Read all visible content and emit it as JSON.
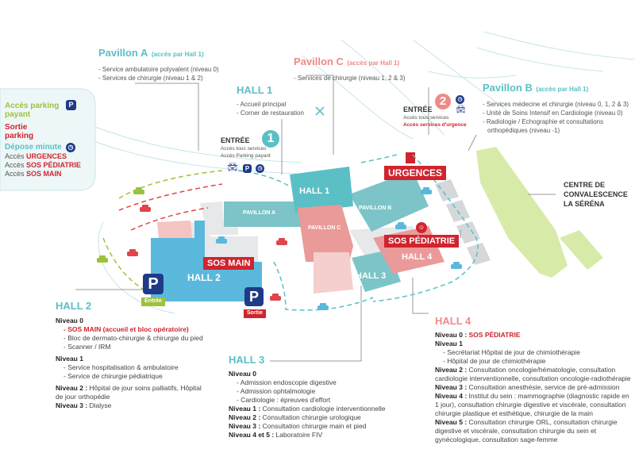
{
  "pavillon_a": {
    "title": "Pavillon A",
    "access": "(accès par Hall 1)",
    "items": [
      "- Service ambulatoire polyvalent (niveau 0)",
      "- Services de chirurgie (niveau 1 & 2)"
    ]
  },
  "pavillon_c": {
    "title": "Pavillon C",
    "access": "(accès par Hall 1)",
    "items": [
      "- Services de chirurgie (niveau 1, 2 & 3)"
    ]
  },
  "pavillon_b": {
    "title": "Pavillon B",
    "access": "(accès par Hall 1)",
    "items": [
      "- Services médecine et chirurgie (niveau 0, 1, 2 & 3)",
      "- Unité de Soins Intensif en Cardiologie (niveau 0)",
      "- Radiologie / Echographie et consultations",
      "orthopédiques (niveau -1)"
    ]
  },
  "hall1": {
    "title": "HALL 1",
    "items": [
      "- Accueil principal",
      "- Corner de restauration"
    ]
  },
  "entree1": {
    "number": "1",
    "title": "ENTRÉE",
    "sub1": "Accès tous services",
    "sub2": "Accès Parking payant"
  },
  "entree2": {
    "number": "2",
    "title": "ENTRÉE",
    "sub1": "Accès tous services",
    "sub2": "Accès services d'urgence"
  },
  "legend": {
    "parking_line1": "Accès parking",
    "parking_line2": "payant",
    "sortie_line1": "Sortie",
    "sortie_line2": "parking",
    "depose": "Dépose minute",
    "acces": "Accès",
    "urgences": "URGENCES",
    "sos_pediatrie": "SOS PÉDIATRIE",
    "sos_main": "SOS MAIN"
  },
  "map_labels": {
    "urgences": "URGENCES",
    "hall1": "HALL 1",
    "pavillon_a": "PAVILLON A",
    "pavillon_b": "PAVILLON B",
    "pavillon_c": "PAVILLON C",
    "sos_pediatrie": "SOS PÉDIATRIE",
    "hall4": "HALL 4",
    "hall3": "HALL 3",
    "hall2": "HALL 2",
    "sos_main": "SOS MAIN",
    "parking_letter": "P",
    "entree_tag": "Entrée",
    "sortie_tag": "Sortie"
  },
  "centre": {
    "line1": "CENTRE DE",
    "line2": "CONVALESCENCE",
    "line3": "LA SÉRÉNA"
  },
  "hall2_info": {
    "title": "HALL 2",
    "n0": "Niveau 0",
    "n0_items": [
      "- SOS MAIN (accueil et bloc opératoire)",
      "- Bloc de dermato-chirurgie & chirurgie du pied",
      "- Scanner / IRM"
    ],
    "n1": "Niveau 1",
    "n1_items": [
      "- Service hospitalisation & ambulatoire",
      "- Service de chirurgie pédiatrique"
    ],
    "n2_label": "Niveau 2 :",
    "n2_text": " Hôpital de jour soins palliatifs, Hôpital",
    "n2_text2": "de jour orthopédie",
    "n3_label": "Niveau 3 :",
    "n3_text": " Dialyse"
  },
  "hall3_info": {
    "title": "HALL 3",
    "n0": "Niveau 0",
    "n0_items": [
      "- Admission endoscopie digestive",
      "- Admission ophtalmologie",
      "- Cardiologie : épreuves d'effort"
    ],
    "rows": [
      {
        "label": "Niveau 1 :",
        "text": " Consultation cardiologie interventionnelle"
      },
      {
        "label": "Niveau 2 :",
        "text": " Consultation chirurgie urologique"
      },
      {
        "label": "Niveau 3 :",
        "text": " Consultation chirurgie main et pied"
      },
      {
        "label": "Niveau 4 et 5 :",
        "text": " Laboratoire FIV"
      }
    ]
  },
  "hall4_info": {
    "title": "HALL 4",
    "n0_label": "Niveau 0 :",
    "n0_text": " SOS PÉDIATRIE",
    "n1": "Niveau 1",
    "n1_items": [
      "- Secrétariat Hôpital de jour de chimiothérapie",
      "- Hôpital de jour de chimiothérapie"
    ],
    "n2_label": "Niveau 2 :",
    "n2_text": " Consultation oncologie/hématologie, consultation",
    "n2_text2": "cardiologie interventionnelle, consultation oncologie-radiothérapie",
    "n3_label": "Niveau 3 :",
    "n3_text": " Consultation anesthésie, service de pré-admission",
    "n4_label": "Niveau 4 :",
    "n4_text": " Institut du sein : mammographie (diagnostic rapide en",
    "n4_text2": "1 jour), consultation chirurgie digestive et viscérale, consultation",
    "n4_text3": "chirurgie plastique et esthétique, chirurgie de la main",
    "n5_label": "Niveau 5 :",
    "n5_text": " Consultation chirurgie ORL, consultation chirurgie",
    "n5_text2": "digestive et viscérale, consultation chirurgie du sein et",
    "n5_text3": "gynécologique, consultation sage-femme"
  },
  "colors": {
    "teal": "#5bbfc6",
    "pink": "#ee8a88",
    "lime": "#9cc23a",
    "red": "#d0242e",
    "blue_hall2": "#5bb8dd",
    "navy": "#1f3b87",
    "lightgreen": "#d8eaa8"
  },
  "icons": [
    "parking-icon",
    "clock-icon",
    "car-icon",
    "restaurant-icon",
    "child-icon"
  ]
}
